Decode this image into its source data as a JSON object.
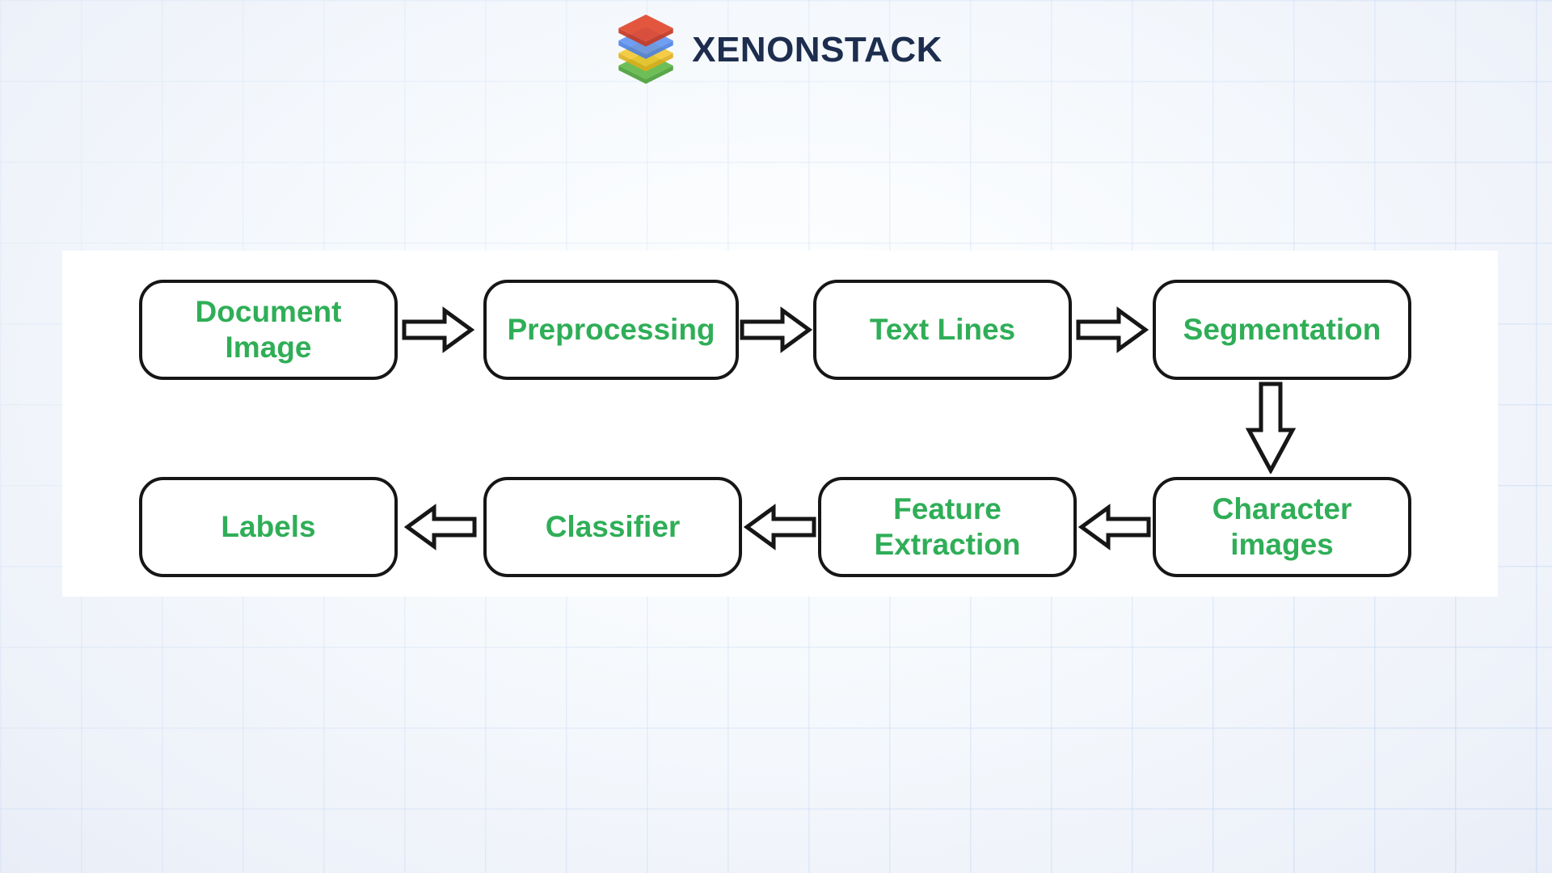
{
  "logo": {
    "brand": "XENONSTACK",
    "icon": "layer-stack-icon",
    "colors": {
      "layer_red": "#e2492e",
      "layer_red_side": "#c73a22",
      "layer_blue": "#5d92f2",
      "layer_blue_side": "#477fe4",
      "layer_yellow": "#f4c62c",
      "layer_yellow_side": "#e0ad18",
      "layer_green": "#63b94a",
      "layer_green_side": "#4da13a",
      "brand_text": "#1d2d4e"
    }
  },
  "diagram": {
    "title": "OCR pipeline flowchart",
    "colors": {
      "label_green": "#2fae57",
      "outline_black": "#161616",
      "canvas_white": "#ffffff"
    },
    "nodes": [
      {
        "id": "document-image",
        "label": "Document\nImage"
      },
      {
        "id": "preprocessing",
        "label": "Preprocessing"
      },
      {
        "id": "text-lines",
        "label": "Text Lines"
      },
      {
        "id": "segmentation",
        "label": "Segmentation"
      },
      {
        "id": "character-images",
        "label": "Character\nimages"
      },
      {
        "id": "feature-extraction",
        "label": "Feature\nExtraction"
      },
      {
        "id": "classifier",
        "label": "Classifier"
      },
      {
        "id": "labels",
        "label": "Labels"
      }
    ],
    "arrows": [
      {
        "from": "document-image",
        "to": "preprocessing",
        "direction": "right"
      },
      {
        "from": "preprocessing",
        "to": "text-lines",
        "direction": "right"
      },
      {
        "from": "text-lines",
        "to": "segmentation",
        "direction": "right"
      },
      {
        "from": "segmentation",
        "to": "character-images",
        "direction": "down"
      },
      {
        "from": "character-images",
        "to": "feature-extraction",
        "direction": "left"
      },
      {
        "from": "feature-extraction",
        "to": "classifier",
        "direction": "left"
      },
      {
        "from": "classifier",
        "to": "labels",
        "direction": "left"
      }
    ]
  }
}
